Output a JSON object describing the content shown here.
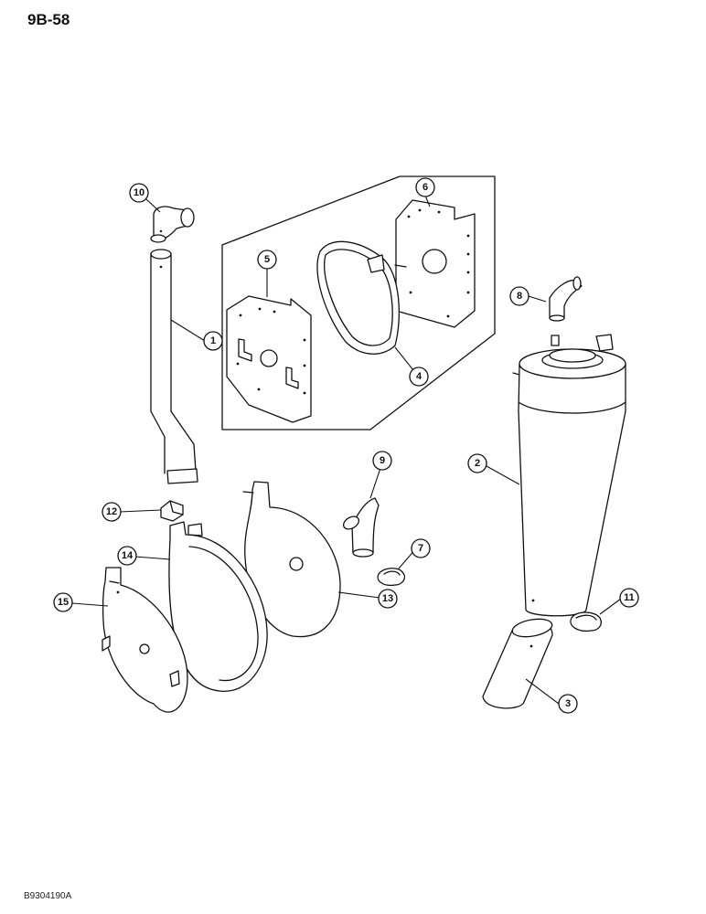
{
  "page_number": "9B-58",
  "figure_code": "B9304190A",
  "callouts": [
    {
      "id": "c1",
      "label": "1"
    },
    {
      "id": "c2",
      "label": "2"
    },
    {
      "id": "c3",
      "label": "3"
    },
    {
      "id": "c4",
      "label": "4"
    },
    {
      "id": "c5",
      "label": "5"
    },
    {
      "id": "c6",
      "label": "6"
    },
    {
      "id": "c7",
      "label": "7"
    },
    {
      "id": "c8",
      "label": "8"
    },
    {
      "id": "c9",
      "label": "9"
    },
    {
      "id": "c10",
      "label": "10"
    },
    {
      "id": "c11",
      "label": "11"
    },
    {
      "id": "c12",
      "label": "12"
    },
    {
      "id": "c13",
      "label": "13"
    },
    {
      "id": "c14",
      "label": "14"
    },
    {
      "id": "c15",
      "label": "15"
    }
  ]
}
